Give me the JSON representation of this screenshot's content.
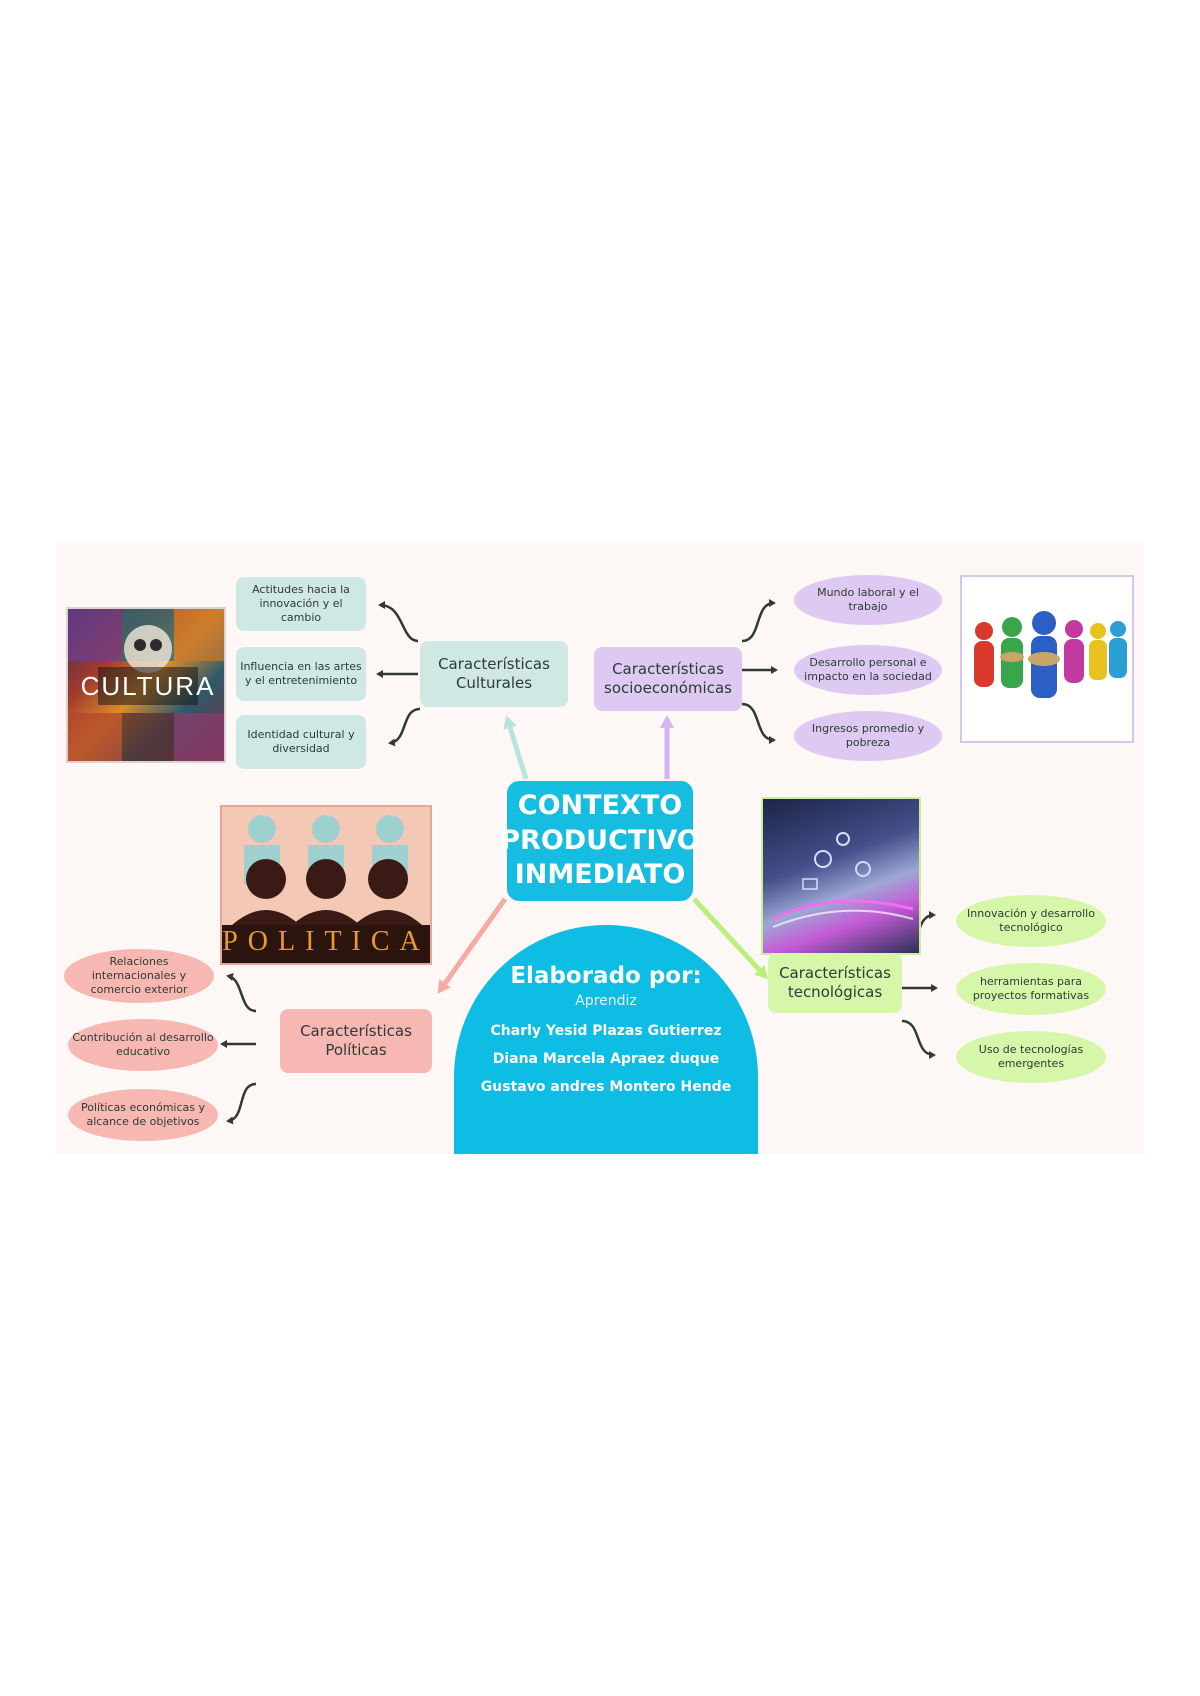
{
  "center": {
    "line1": "CONTEXTO",
    "line2": "PRODUCTIVO",
    "line3": "INMEDIATO"
  },
  "credits": {
    "heading": "Elaborado por:",
    "role": "Aprendiz",
    "names": [
      "Charly Yesid Plazas Gutierrez",
      "Diana Marcela Apraez duque",
      "Gustavo andres Montero Hende"
    ]
  },
  "branches": {
    "cultural": {
      "label": "Características Culturales",
      "leaves": [
        "Actitudes hacia la innovación y el cambio",
        "Influencia en las artes y el entretenimiento",
        "Identidad cultural y diversidad"
      ]
    },
    "socio": {
      "label": "Características socioeconómicas",
      "leaves": [
        "Mundo laboral y el trabajo",
        "Desarrollo personal e impacto en la sociedad",
        "Ingresos promedio y pobreza"
      ]
    },
    "politica": {
      "label": "Características Políticas",
      "leaves": [
        "Relaciones internacionales y comercio exterior",
        "Contribución al desarrollo educativo",
        "Políticas económicas y alcance de objetivos"
      ]
    },
    "tecno": {
      "label": "Características tecnológicas",
      "leaves": [
        "Innovación y desarrollo tecnológico",
        "herramientas para proyectos formativas",
        "Uso de tecnologías emergentes"
      ]
    }
  },
  "images": {
    "cultura_text": "CULTURA",
    "politica_text": "POLITICA"
  },
  "colors": {
    "center": "#17bde1",
    "cultural": "#cfe8e3",
    "socio": "#ddc9f2",
    "tecno": "#d6f7a9",
    "politica": "#f7b8b3",
    "connector": "#2f3a36"
  },
  "icons": [
    "cultura-collage",
    "politica-people-icon",
    "socio-people-figures",
    "tecno-hand-digital"
  ]
}
